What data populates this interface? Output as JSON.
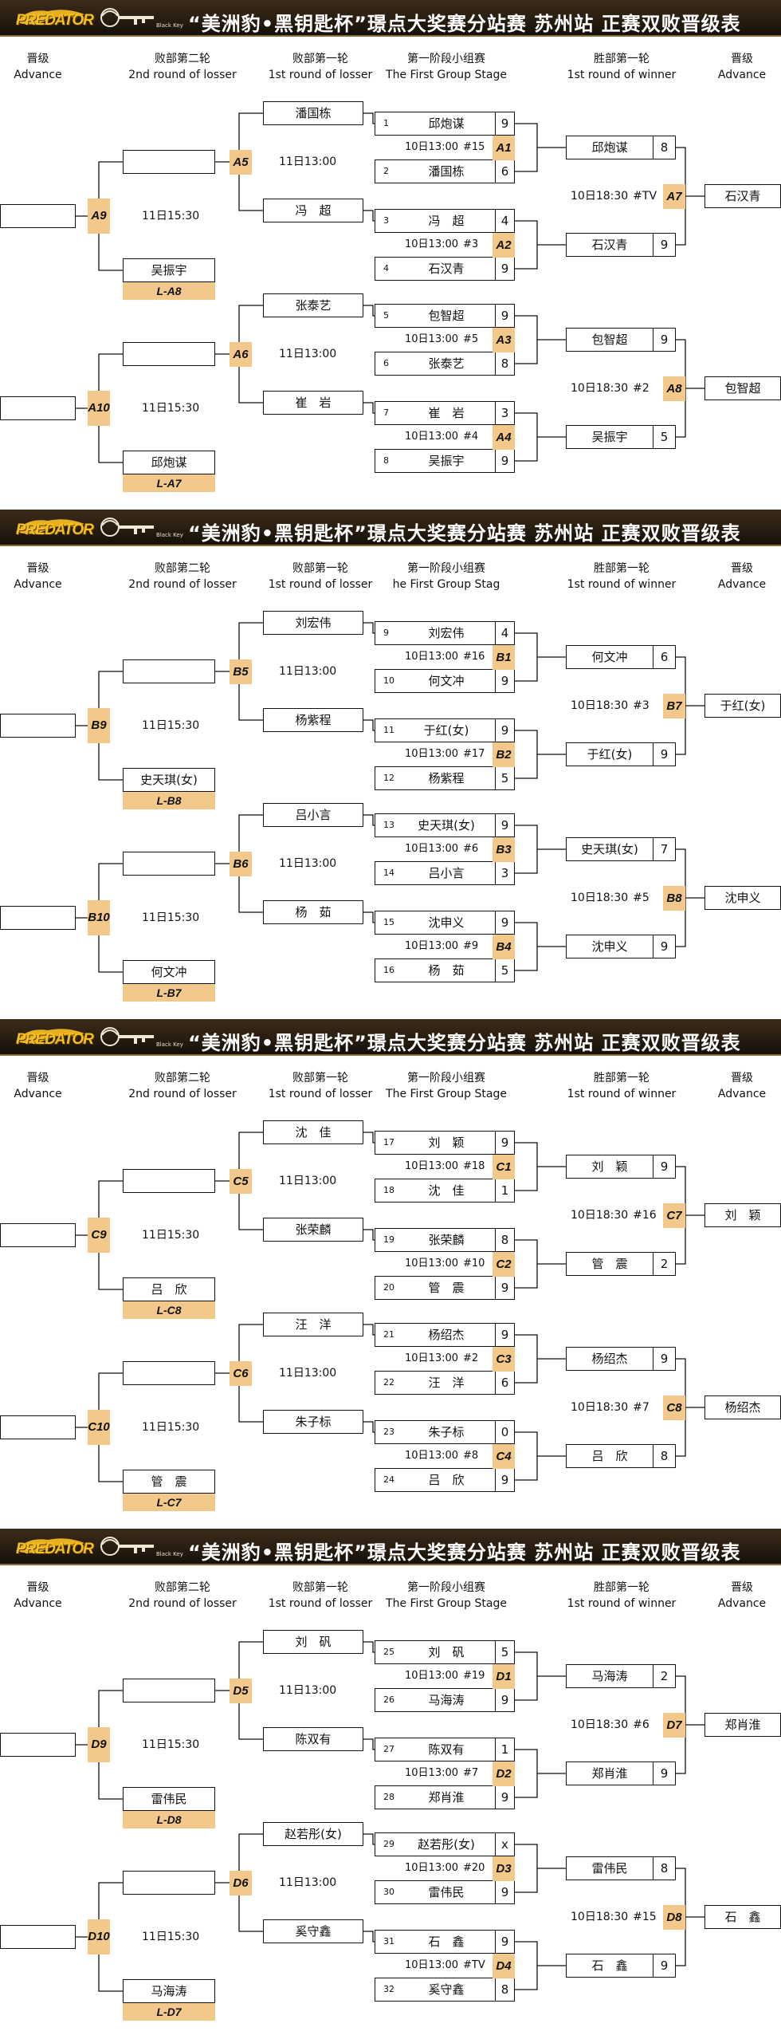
{
  "banner": {
    "logo_text": "PREDATOR",
    "key_text": "Black Key",
    "title": "“美洲豹•黑钥匙杯”璟点大奖赛分站赛 苏州站 正赛双败晋级表"
  },
  "colors": {
    "banner": "#2b1f12",
    "label": "#f2c98a",
    "line": "#111111"
  },
  "sections": [
    {
      "id": "A",
      "headers": [
        {
          "cn": "晋级",
          "en": "Advance"
        },
        {
          "cn": "败部第二轮",
          "en": "2nd round of losser"
        },
        {
          "cn": "败部第一轮",
          "en": "1st round of losser"
        },
        {
          "cn": "第一阶段小组赛",
          "en": "The First Group Stage"
        },
        {
          "cn": "胜部第一轮",
          "en": "1st round of winner"
        },
        {
          "cn": "晋级",
          "en": "Advance"
        }
      ],
      "groups": [
        {
          "pa": {
            "n": "1",
            "name": "邱炮谋",
            "s": "9"
          },
          "pb": {
            "n": "2",
            "name": "潘国栋",
            "s": "6"
          },
          "time": "10日13:00",
          "match": "#15",
          "label": "A1",
          "winner": {
            "name": "邱炮谋",
            "s": "8"
          },
          "loser": "潘国栋"
        },
        {
          "pa": {
            "n": "3",
            "name": "冯　超",
            "s": "4"
          },
          "pb": {
            "n": "4",
            "name": "石汉青",
            "s": "9"
          },
          "time": "10日13:00",
          "match": "#3",
          "label": "A2",
          "winner": {
            "name": "石汉青",
            "s": "9"
          },
          "loser": "冯　超"
        },
        {
          "pa": {
            "n": "5",
            "name": "包智超",
            "s": "9"
          },
          "pb": {
            "n": "6",
            "name": "张泰艺",
            "s": "8"
          },
          "time": "10日13:00",
          "match": "#5",
          "label": "A3",
          "winner": {
            "name": "包智超",
            "s": "9"
          },
          "loser": "张泰艺"
        },
        {
          "pa": {
            "n": "7",
            "name": "崔　岩",
            "s": "3"
          },
          "pb": {
            "n": "8",
            "name": "吴振宇",
            "s": "9"
          },
          "time": "10日13:00",
          "match": "#4",
          "label": "A4",
          "winner": {
            "name": "吴振宇",
            "s": "5"
          },
          "loser": "崔　岩"
        }
      ],
      "winners": [
        {
          "time": "10日18:30",
          "match": "#TV",
          "label": "A7",
          "adv": "石汉青"
        },
        {
          "time": "10日18:30",
          "match": "#2",
          "label": "A8",
          "adv": "包智超"
        }
      ],
      "losers1": [
        {
          "label": "A5",
          "time": "11日13:00"
        },
        {
          "label": "A6",
          "time": "11日13:00"
        }
      ],
      "losers2": [
        {
          "label": "A9",
          "time": "11日15:30",
          "drop": "吴振宇",
          "sub": "L-A8"
        },
        {
          "label": "A10",
          "time": "11日15:30",
          "drop": "邱炮谋",
          "sub": "L-A7"
        }
      ]
    },
    {
      "id": "B",
      "headers": [
        {
          "cn": "晋级",
          "en": "Advance"
        },
        {
          "cn": "败部第二轮",
          "en": "2nd round of losser"
        },
        {
          "cn": "败部第一轮",
          "en": "1st round of losser"
        },
        {
          "cn": "第一阶段小组赛",
          "en": "he First Group Stag"
        },
        {
          "cn": "胜部第一轮",
          "en": "1st round of winner"
        },
        {
          "cn": "晋级",
          "en": "Advance"
        }
      ],
      "groups": [
        {
          "pa": {
            "n": "9",
            "name": "刘宏伟",
            "s": "4"
          },
          "pb": {
            "n": "10",
            "name": "何文冲",
            "s": "9"
          },
          "time": "10日13:00",
          "match": "#16",
          "label": "B1",
          "winner": {
            "name": "何文冲",
            "s": "6"
          },
          "loser": "刘宏伟"
        },
        {
          "pa": {
            "n": "11",
            "name": "于红(女)",
            "s": "9"
          },
          "pb": {
            "n": "12",
            "name": "杨紫程",
            "s": "5"
          },
          "time": "10日13:00",
          "match": "#17",
          "label": "B2",
          "winner": {
            "name": "于红(女)",
            "s": "9"
          },
          "loser": "杨紫程"
        },
        {
          "pa": {
            "n": "13",
            "name": "史天琪(女)",
            "s": "9"
          },
          "pb": {
            "n": "14",
            "name": "吕小言",
            "s": "3"
          },
          "time": "10日13:00",
          "match": "#6",
          "label": "B3",
          "winner": {
            "name": "史天琪(女)",
            "s": "7"
          },
          "loser": "吕小言"
        },
        {
          "pa": {
            "n": "15",
            "name": "沈申义",
            "s": "9"
          },
          "pb": {
            "n": "16",
            "name": "杨　茹",
            "s": "5"
          },
          "time": "10日13:00",
          "match": "#9",
          "label": "B4",
          "winner": {
            "name": "沈申义",
            "s": "9"
          },
          "loser": "杨　茹"
        }
      ],
      "winners": [
        {
          "time": "10日18:30",
          "match": "#3",
          "label": "B7",
          "adv": "于红(女)"
        },
        {
          "time": "10日18:30",
          "match": "#5",
          "label": "B8",
          "adv": "沈申义"
        }
      ],
      "losers1": [
        {
          "label": "B5",
          "time": "11日13:00"
        },
        {
          "label": "B6",
          "time": "11日13:00"
        }
      ],
      "losers2": [
        {
          "label": "B9",
          "time": "11日15:30",
          "drop": "史天琪(女)",
          "sub": "L-B8"
        },
        {
          "label": "B10",
          "time": "11日15:30",
          "drop": "何文冲",
          "sub": "L-B7"
        }
      ]
    },
    {
      "id": "C",
      "headers": [
        {
          "cn": "晋级",
          "en": "Advance"
        },
        {
          "cn": "败部第二轮",
          "en": "2nd round of losser"
        },
        {
          "cn": "败部第一轮",
          "en": "1st round of losser"
        },
        {
          "cn": "第一阶段小组赛",
          "en": "The First Group Stage"
        },
        {
          "cn": "胜部第一轮",
          "en": "1st round of winner"
        },
        {
          "cn": "晋级",
          "en": "Advance"
        }
      ],
      "groups": [
        {
          "pa": {
            "n": "17",
            "name": "刘　颖",
            "s": "9"
          },
          "pb": {
            "n": "18",
            "name": "沈　佳",
            "s": "1"
          },
          "time": "10日13:00",
          "match": "#18",
          "label": "C1",
          "winner": {
            "name": "刘　颖",
            "s": "9"
          },
          "loser": "沈　佳"
        },
        {
          "pa": {
            "n": "19",
            "name": "张荣麟",
            "s": "8"
          },
          "pb": {
            "n": "20",
            "name": "管　震",
            "s": "9"
          },
          "time": "10日13:00",
          "match": "#10",
          "label": "C2",
          "winner": {
            "name": "管　震",
            "s": "2"
          },
          "loser": "张荣麟"
        },
        {
          "pa": {
            "n": "21",
            "name": "杨绍杰",
            "s": "9"
          },
          "pb": {
            "n": "22",
            "name": "汪　洋",
            "s": "6"
          },
          "time": "10日13:00",
          "match": "#2",
          "label": "C3",
          "winner": {
            "name": "杨绍杰",
            "s": "9"
          },
          "loser": "汪　洋"
        },
        {
          "pa": {
            "n": "23",
            "name": "朱子标",
            "s": "0"
          },
          "pb": {
            "n": "24",
            "name": "吕　欣",
            "s": "9"
          },
          "time": "10日13:00",
          "match": "#8",
          "label": "C4",
          "winner": {
            "name": "吕　欣",
            "s": "8"
          },
          "loser": "朱子标"
        }
      ],
      "winners": [
        {
          "time": "10日18:30",
          "match": "#16",
          "label": "C7",
          "adv": "刘　颖"
        },
        {
          "time": "10日18:30",
          "match": "#7",
          "label": "C8",
          "adv": "杨绍杰"
        }
      ],
      "losers1": [
        {
          "label": "C5",
          "time": "11日13:00"
        },
        {
          "label": "C6",
          "time": "11日13:00"
        }
      ],
      "losers2": [
        {
          "label": "C9",
          "time": "11日15:30",
          "drop": "吕　欣",
          "sub": "L-C8"
        },
        {
          "label": "C10",
          "time": "11日15:30",
          "drop": "管　震",
          "sub": "L-C7"
        }
      ]
    },
    {
      "id": "D",
      "headers": [
        {
          "cn": "晋级",
          "en": "Advance"
        },
        {
          "cn": "败部第二轮",
          "en": "2nd round of losser"
        },
        {
          "cn": "败部第一轮",
          "en": "1st round of losser"
        },
        {
          "cn": "第一阶段小组赛",
          "en": "The First Group Stage"
        },
        {
          "cn": "胜部第一轮",
          "en": "1st round of winner"
        },
        {
          "cn": "晋级",
          "en": "Advance"
        }
      ],
      "groups": [
        {
          "pa": {
            "n": "25",
            "name": "刘　矾",
            "s": "5"
          },
          "pb": {
            "n": "26",
            "name": "马海涛",
            "s": "9"
          },
          "time": "10日13:00",
          "match": "#19",
          "label": "D1",
          "winner": {
            "name": "马海涛",
            "s": "2"
          },
          "loser": "刘　矾"
        },
        {
          "pa": {
            "n": "27",
            "name": "陈双有",
            "s": "1"
          },
          "pb": {
            "n": "28",
            "name": "郑肖淮",
            "s": "9"
          },
          "time": "10日13:00",
          "match": "#7",
          "label": "D2",
          "winner": {
            "name": "郑肖淮",
            "s": "9"
          },
          "loser": "陈双有"
        },
        {
          "pa": {
            "n": "29",
            "name": "赵若彤(女)",
            "s": "x"
          },
          "pb": {
            "n": "30",
            "name": "雷伟民",
            "s": "9"
          },
          "time": "10日13:00",
          "match": "#20",
          "label": "D3",
          "winner": {
            "name": "雷伟民",
            "s": "8"
          },
          "loser": "赵若彤(女)"
        },
        {
          "pa": {
            "n": "31",
            "name": "石　鑫",
            "s": "9"
          },
          "pb": {
            "n": "32",
            "name": "奚守鑫",
            "s": "8"
          },
          "time": "10日13:00",
          "match": "#TV",
          "label": "D4",
          "winner": {
            "name": "石　鑫",
            "s": "9"
          },
          "loser": "奚守鑫"
        }
      ],
      "winners": [
        {
          "time": "10日18:30",
          "match": "#6",
          "label": "D7",
          "adv": "郑肖淮"
        },
        {
          "time": "10日18:30",
          "match": "#15",
          "label": "D8",
          "adv": "石　鑫"
        }
      ],
      "losers1": [
        {
          "label": "D5",
          "time": "11日13:00"
        },
        {
          "label": "D6",
          "time": "11日13:00"
        }
      ],
      "losers2": [
        {
          "label": "D9",
          "time": "11日15:30",
          "drop": "雷伟民",
          "sub": "L-D8"
        },
        {
          "label": "D10",
          "time": "11日15:30",
          "drop": "马海涛",
          "sub": "L-D7"
        }
      ]
    }
  ]
}
